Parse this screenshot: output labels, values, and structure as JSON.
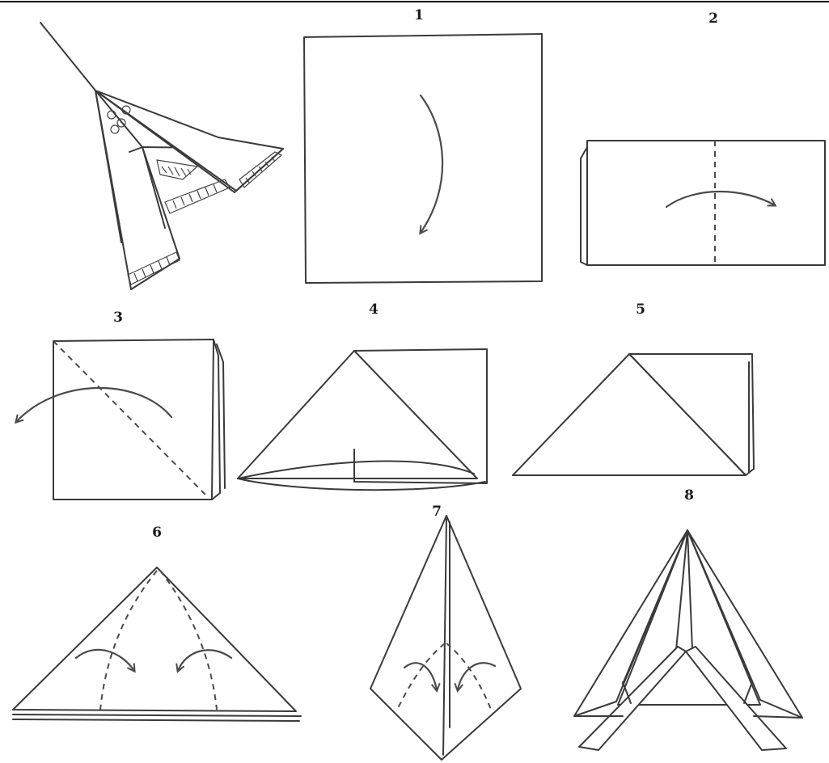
{
  "steps": [
    {
      "id": "step-1",
      "label": "1"
    },
    {
      "id": "step-2",
      "label": "2"
    },
    {
      "id": "step-3",
      "label": "3"
    },
    {
      "id": "step-4",
      "label": "4"
    },
    {
      "id": "step-5",
      "label": "5"
    },
    {
      "id": "step-6",
      "label": "6"
    },
    {
      "id": "step-7",
      "label": "7"
    },
    {
      "id": "step-8",
      "label": "8"
    }
  ]
}
